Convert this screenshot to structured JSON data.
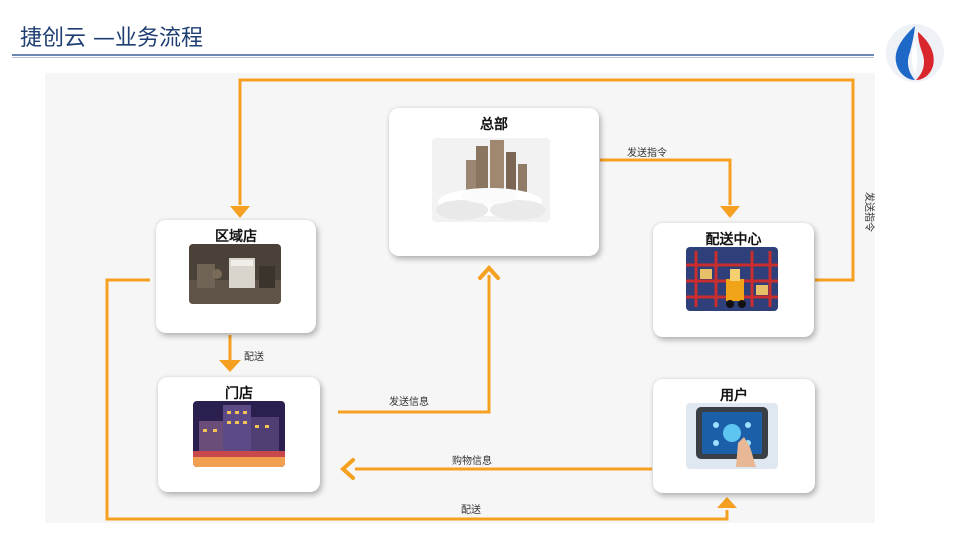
{
  "header": {
    "title": "捷创云 —业务流程"
  },
  "icons": {
    "logo": "flame-drop-logo"
  },
  "colors": {
    "accent": "#f5a020",
    "title": "#1f3f73",
    "rule": "#6d87b4"
  },
  "nodes": {
    "headquarters": {
      "label": "总部"
    },
    "regional_store": {
      "label": "区域店"
    },
    "distribution_center": {
      "label": "配送中心"
    },
    "store": {
      "label": "门店"
    },
    "user": {
      "label": "用户"
    }
  },
  "edges": {
    "hq_to_dc": "发送指令",
    "right_loop": "发送指令",
    "regional_to_store": "配送",
    "store_to_hq": "发送信息",
    "user_to_store": "购物信息",
    "bottom_delivery": "配送"
  }
}
